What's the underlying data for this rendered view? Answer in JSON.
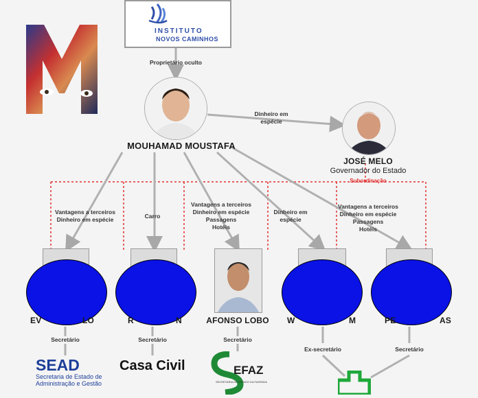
{
  "institute": {
    "line1": "INSTITUTO",
    "line2": "NOVOS CAMINHOS"
  },
  "edges": {
    "owner": "Proprietário oculto",
    "cash_to_governor": [
      "Dinheiro em",
      "espécie"
    ],
    "subordination": "Subordinação",
    "to_sead": [
      "Vantagens a terceiros",
      "Dinheiro em espécie"
    ],
    "to_casacivil": [
      "Carro"
    ],
    "to_sefaz": [
      "Vantagens a terceiros",
      "Dinheiro em espécie",
      "Passagens",
      "Hotéis"
    ],
    "to_ex": [
      "Dinheiro em",
      "espécie"
    ],
    "to_last": [
      "Vantagens a terceiros",
      "Dinheiro em espécie",
      "Passagens",
      "Hotéis"
    ]
  },
  "center": {
    "name": "MOUHAMAD MOUSTAFA"
  },
  "governor": {
    "name": "JOSÉ MELO",
    "title": "Governador do Estado"
  },
  "people": [
    {
      "name": "EV",
      "name_tail": "LO",
      "role": "Secretário"
    },
    {
      "name": "R",
      "name_tail": "N",
      "role": "Secretário"
    },
    {
      "name": "AFONSO LOBO",
      "role": "Secretário"
    },
    {
      "name": "W",
      "name_tail": "M",
      "role": "Ex-secretário"
    },
    {
      "name": "PE",
      "name_tail": "AS",
      "role": "Secretário"
    }
  ],
  "logos": {
    "sead_title": "SEAD",
    "sead_sub1": "Secretaria de Estado de",
    "sead_sub2": "Administração e Gestão",
    "casacivil": "Casa Civil",
    "sefaz": "EFAZ",
    "sefaz_small": "SECRETARIA DE ESTADO DA FAZENDA"
  },
  "colors": {
    "blob": "#0a12e6",
    "dotted": "#e23030",
    "arrow": "#a8a8a8"
  }
}
